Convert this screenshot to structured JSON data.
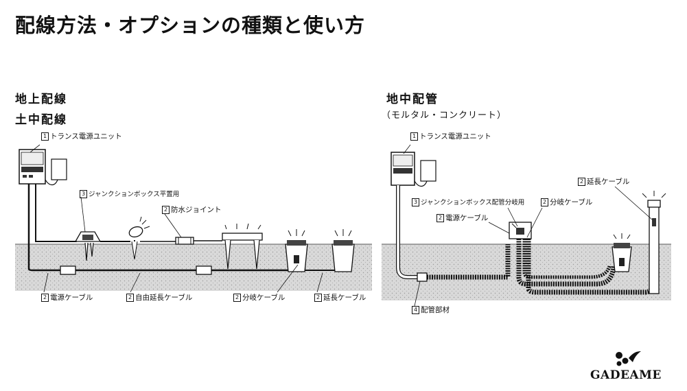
{
  "title": "配線方法・オプションの種類と使い方",
  "left": {
    "heading1": "地上配線",
    "heading2": "土中配線",
    "labels": [
      {
        "num": "1",
        "text": "トランス電源ユニット"
      },
      {
        "num": "3",
        "text": "ジャンクションボックス平置用"
      },
      {
        "num": "2",
        "text": "防水ジョイント"
      },
      {
        "num": "2",
        "text": "電源ケーブル"
      },
      {
        "num": "2",
        "text": "自由延長ケーブル"
      },
      {
        "num": "2",
        "text": "分岐ケーブル"
      },
      {
        "num": "2",
        "text": "延長ケーブル"
      }
    ]
  },
  "right": {
    "heading": "地中配管",
    "subheading": "（モルタル・コンクリート）",
    "labels": [
      {
        "num": "1",
        "text": "トランス電源ユニット"
      },
      {
        "num": "2",
        "text": "延長ケーブル"
      },
      {
        "num": "3",
        "text": "ジャンクションボックス配管分岐用"
      },
      {
        "num": "2",
        "text": "分岐ケーブル"
      },
      {
        "num": "2",
        "text": "電源ケーブル"
      },
      {
        "num": "4",
        "text": "配管部材"
      }
    ]
  },
  "logo": {
    "text": "GADEAME"
  }
}
